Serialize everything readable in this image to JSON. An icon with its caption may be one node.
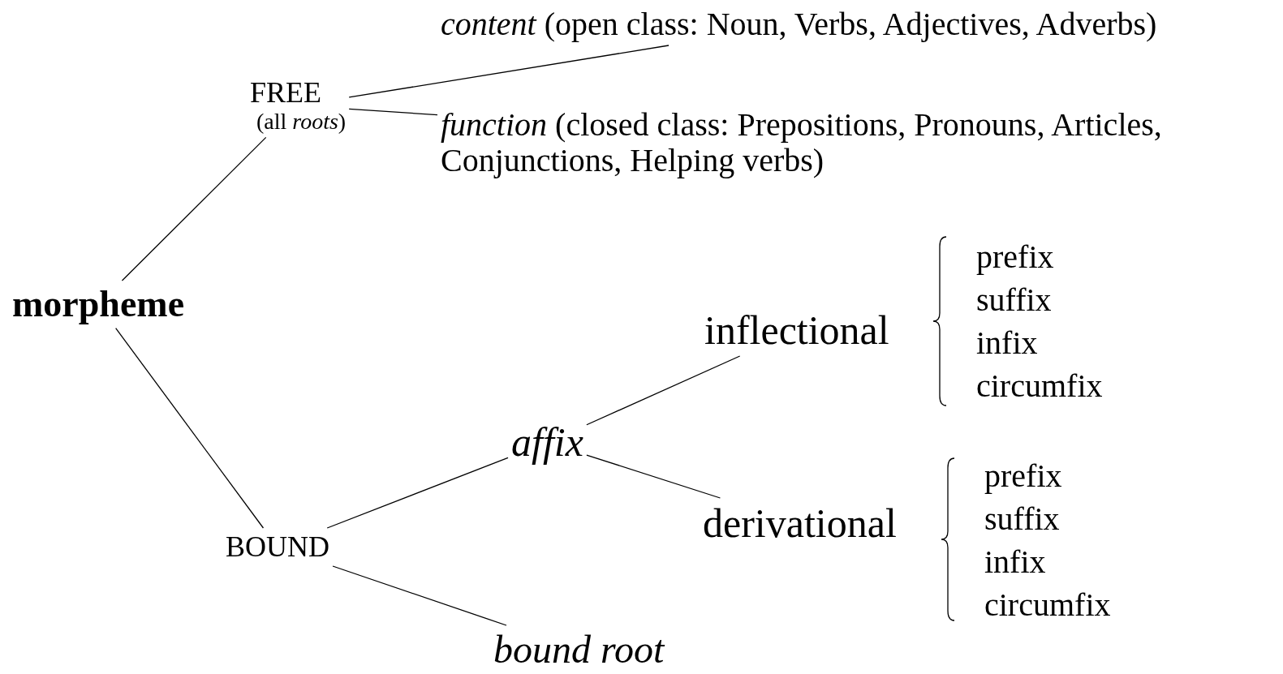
{
  "diagram": {
    "nodes": [
      {
        "text": [
          "morpheme"
        ]
      },
      {
        "text": [
          "FREE",
          "(all *roots*)"
        ]
      },
      {
        "text": [
          "*content* (open class: Noun, Verbs, Adjectives, Adverbs)"
        ]
      },
      {
        "text": [
          "*function* (closed class: Prepositions, Pronouns, Articles, Conjunctions, Helping verbs)"
        ]
      },
      {
        "text": [
          "BOUND"
        ]
      },
      {
        "text": [
          "affix"
        ]
      },
      {
        "text": [
          "bound root"
        ]
      },
      {
        "text": [
          "inflectional"
        ]
      },
      {
        "text": [
          "derivational"
        ]
      }
    ],
    "edges": [
      {
        "from": 0,
        "to": 1,
        "arrow": "none"
      },
      {
        "from": 1,
        "to": 2,
        "arrow": "none"
      },
      {
        "from": 1,
        "to": 3,
        "arrow": "none"
      },
      {
        "from": 0,
        "to": 4,
        "arrow": "none"
      },
      {
        "from": 4,
        "to": 5,
        "arrow": "none"
      },
      {
        "from": 4,
        "to": 6,
        "arrow": "none"
      },
      {
        "from": 5,
        "to": 7,
        "arrow": "none"
      },
      {
        "from": 5,
        "to": 8,
        "arrow": "none"
      }
    ],
    "labels": [
      "prefix",
      "suffix",
      "infix",
      "circumfix",
      "prefix",
      "suffix",
      "infix",
      "circumfix"
    ]
  }
}
